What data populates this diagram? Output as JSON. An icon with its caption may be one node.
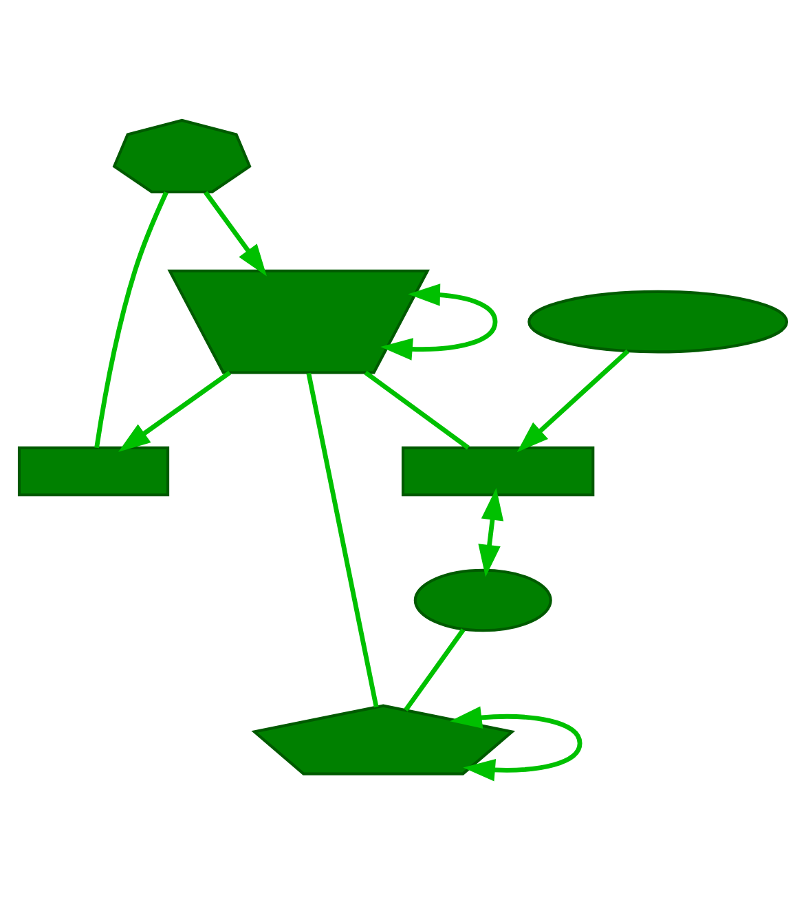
{
  "diagram": {
    "nodes": [
      {
        "text": [],
        "shape": "box"
      },
      {
        "text": [],
        "shape": "septagon"
      },
      {
        "text": [],
        "shape": "invtrapezium"
      },
      {
        "text": [],
        "shape": "box"
      },
      {
        "text": [],
        "shape": "ellipse"
      },
      {
        "text": [],
        "shape": "ellipse"
      },
      {
        "text": [],
        "shape": "pentagon"
      }
    ],
    "edges": [
      {
        "from": 2,
        "to": 0,
        "arrow": "to"
      },
      {
        "from": 1,
        "to": 0,
        "arrow": "none"
      },
      {
        "from": 1,
        "to": 2,
        "arrow": "to"
      },
      {
        "from": 2,
        "to": 2,
        "arrow": "both"
      },
      {
        "from": 2,
        "to": 3,
        "arrow": "none"
      },
      {
        "from": 2,
        "to": 6,
        "arrow": "none"
      },
      {
        "from": 3,
        "to": 4,
        "arrow": "both"
      },
      {
        "from": 5,
        "to": 3,
        "arrow": "to"
      },
      {
        "from": 4,
        "to": 6,
        "arrow": "none"
      },
      {
        "from": 6,
        "to": 6,
        "arrow": "both"
      }
    ]
  }
}
